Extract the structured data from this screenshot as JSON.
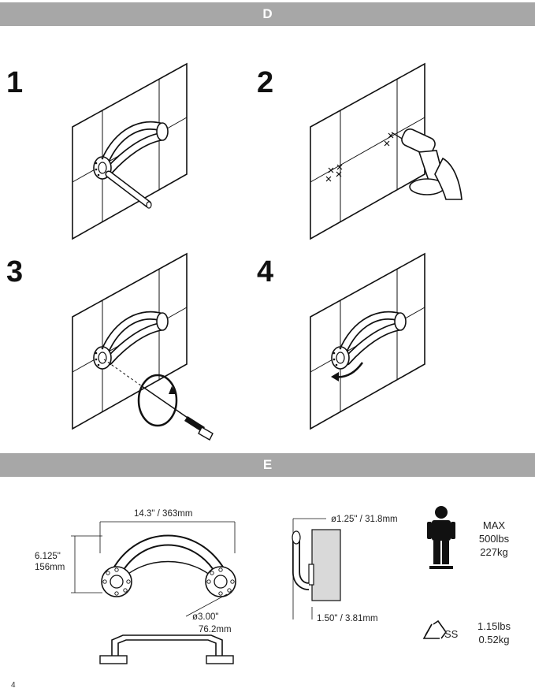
{
  "sections": {
    "d": "D",
    "e": "E"
  },
  "steps": [
    "1",
    "2",
    "3",
    "4"
  ],
  "dimensions": {
    "width": "14.3\" / 363mm",
    "height_in": "6.125\"",
    "height_mm": "156mm",
    "flange_in": "ø3.00\"",
    "flange_mm": "76.2mm",
    "tube": "ø1.25\" / 31.8mm",
    "projection": "1.50\" / 3.81mm"
  },
  "capacity": {
    "max": "MAX",
    "lbs": "500lbs",
    "kg": "227kg"
  },
  "material": {
    "code": "SS",
    "lbs": "1.15lbs",
    "kg": "0.52kg"
  },
  "page_number": "4"
}
